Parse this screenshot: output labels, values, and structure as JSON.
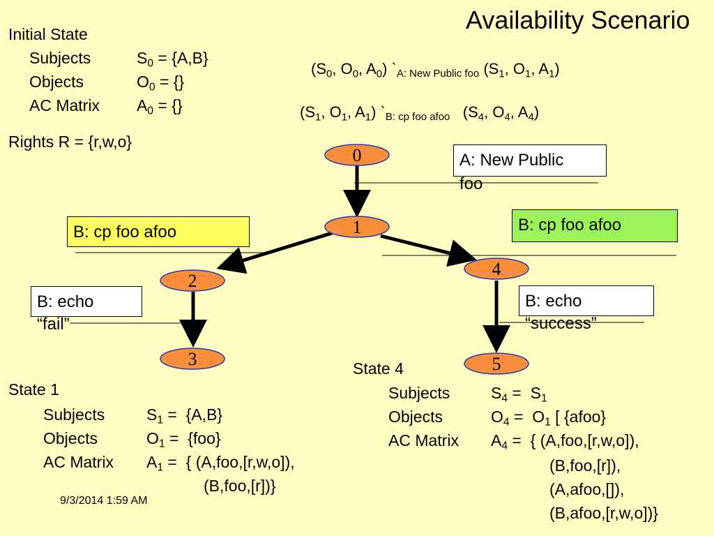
{
  "title": "Availability Scenario",
  "initial_state": {
    "heading": "Initial State",
    "subjects_label": "Subjects",
    "subjects_value": "S",
    "subjects_sub": "0",
    "subjects_rhs": " = {A,B}",
    "objects_label": "Objects",
    "objects_value": "O",
    "objects_sub": "0",
    "objects_rhs": " = {}",
    "ac_label": "AC Matrix",
    "ac_value": "A",
    "ac_sub": "0",
    "ac_rhs": " = {}"
  },
  "rights": "Rights R = {r,w,o}",
  "transition1": {
    "from": [
      "S",
      "0",
      "O",
      "0",
      "A",
      "0"
    ],
    "label": "A: New Public foo",
    "to": [
      "S",
      "1",
      "O",
      "1",
      "A",
      "1"
    ]
  },
  "transition2": {
    "from": [
      "S",
      "1",
      "O",
      "1",
      "A",
      "1"
    ],
    "label": "B: cp foo afoo",
    "to": [
      "S",
      "4",
      "O",
      "4",
      "A",
      "4"
    ]
  },
  "nodes": [
    "0",
    "1",
    "2",
    "3",
    "4",
    "5"
  ],
  "boxes": {
    "a_new_public_line1": "A:  New Public",
    "a_new_public_line2": "foo",
    "b_cp_left": "B:  cp foo afoo",
    "b_cp_right": "B:  cp foo afoo",
    "b_echo_fail_line1": "B:  echo",
    "b_echo_fail_line2": "“fail”",
    "b_echo_success_line1": "B:  echo",
    "b_echo_success_line2": "“success”"
  },
  "colors": {
    "background": "#ffffc4",
    "node_fill": "#f98f3c",
    "yellow_box": "#ffff5f",
    "green_box": "#9bf55a",
    "white_box": "#ffffff"
  },
  "state1": {
    "heading": "State 1",
    "subjects_label": "Subjects",
    "subjects_lhs": "S",
    "subjects_sub": "1",
    "subjects_rhs": "{A,B}",
    "objects_label": "Objects",
    "objects_lhs": "O",
    "objects_sub": "1",
    "objects_rhs": "{foo}",
    "ac_label": "AC Matrix",
    "ac_lhs": "A",
    "ac_sub": "1",
    "ac_rhs1": "{ (A,foo,[r,w,o]),",
    "ac_rhs2": "(B,foo,[r])}"
  },
  "state4": {
    "heading": "State 4",
    "subjects_label": "Subjects",
    "subjects_lhs": "S",
    "subjects_sub": "4",
    "subjects_rhs": "S",
    "subjects_rhs_sub": "1",
    "objects_label": "Objects",
    "objects_lhs": "O",
    "objects_sub": "4",
    "objects_rhs": "O",
    "objects_rhs_sub": "1",
    "objects_rhs_tail": " [ {afoo}",
    "ac_label": "AC Matrix",
    "ac_lhs": "A",
    "ac_sub": "4",
    "ac_rhs1": "{ (A,foo,[r,w,o]),",
    "ac_rhs2": "(B,foo,[r]),",
    "ac_rhs3": "(A,afoo,[]),",
    "ac_rhs4": "(B,afoo,[r,w,o])}"
  },
  "date": "9/3/2014 1:59 AM"
}
